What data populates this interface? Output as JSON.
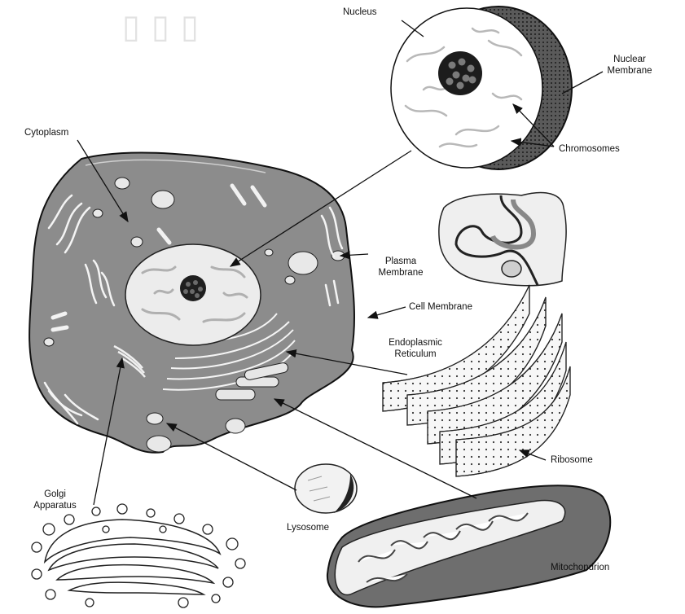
{
  "labels": {
    "nucleus": "Nucleus",
    "nuclear_membrane_1": "Nuclear",
    "nuclear_membrane_2": "Membrane",
    "chromosomes": "Chromosomes",
    "cytoplasm": "Cytoplasm",
    "plasma_membrane_1": "Plasma",
    "plasma_membrane_2": "Membrane",
    "cell_membrane": "Cell Membrane",
    "er_1": "Endoplasmic",
    "er_2": "Reticulum",
    "ribosome": "Ribosome",
    "golgi_1": "Golgi",
    "golgi_2": "Apparatus",
    "lysosome": "Lysosome",
    "mitochondrion": "Mitochondrion"
  },
  "colors": {
    "cell_fill": "#8c8c8c",
    "nucleus_fill": "#ececec",
    "line": "#111111",
    "chromatin": "#b0b0b0"
  }
}
